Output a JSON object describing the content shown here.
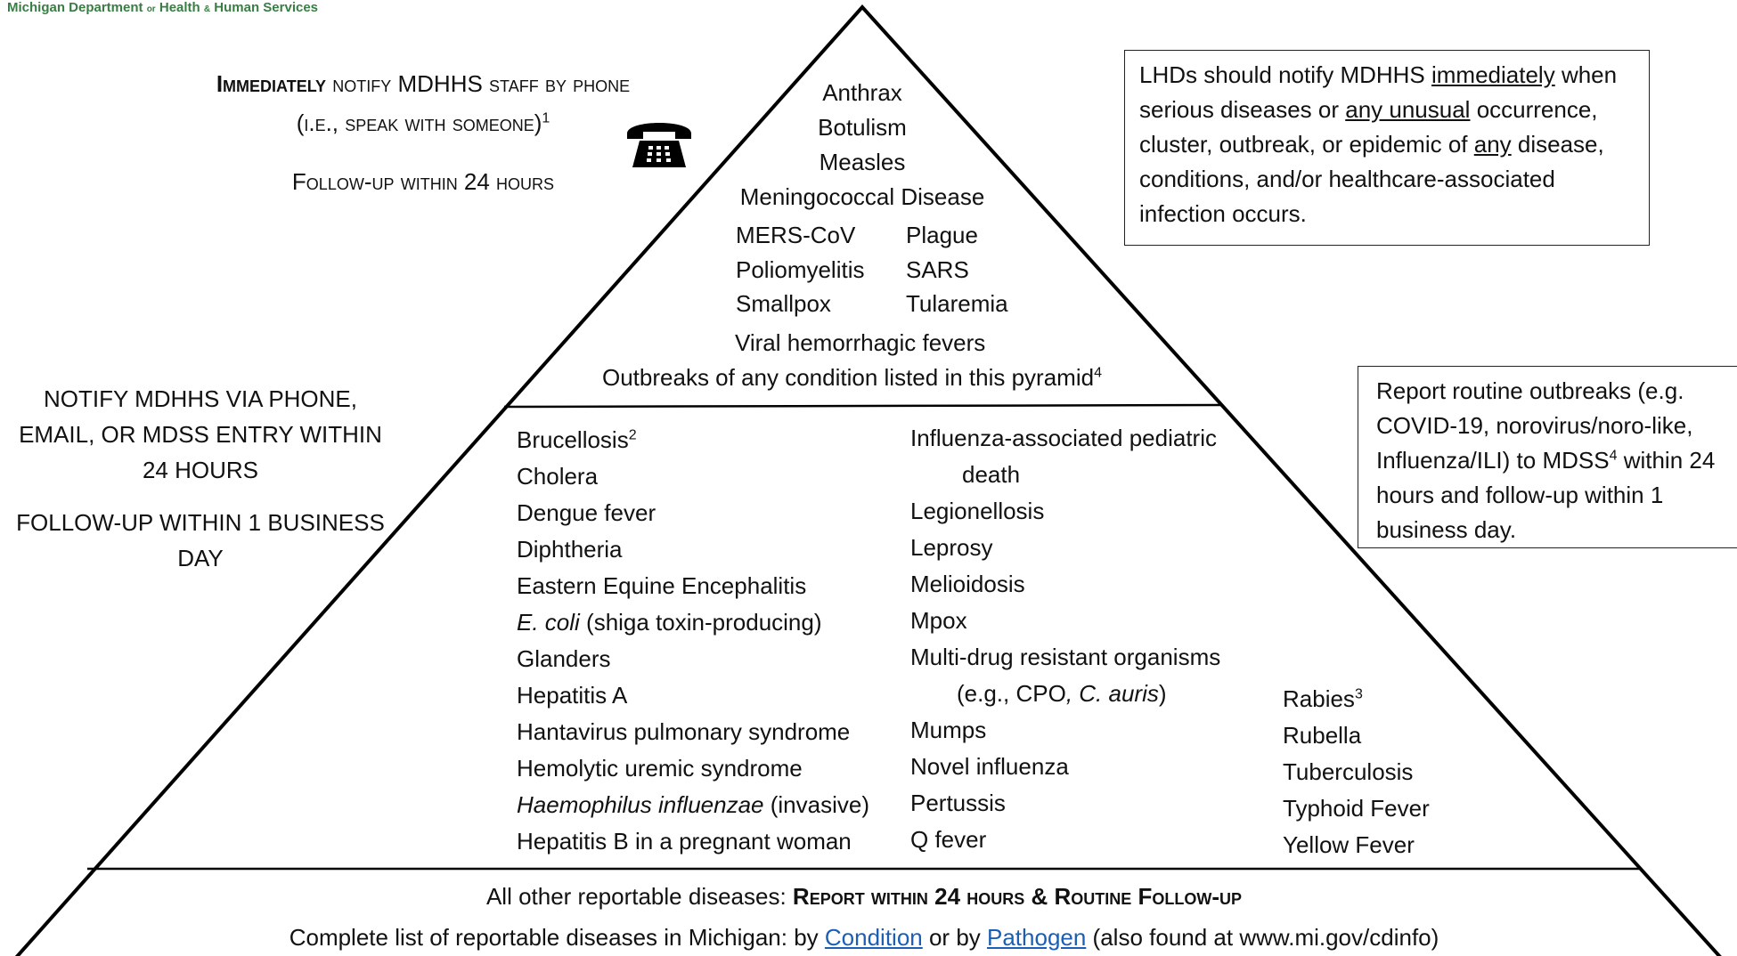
{
  "logo": {
    "part1": "Michigan Department",
    "part2": "or",
    "part3": "Health",
    "part4": "&",
    "part5": "Human Services"
  },
  "tier1": {
    "notify_bold": "Immediately",
    "notify_rest": "notify MDHHS staff by phone",
    "notify_paren": "(i.e., speak with someone)",
    "notify_sup": "1",
    "followup": "Follow-up within 24 hours",
    "phone_icon": "telephone-icon",
    "diseases_center": [
      "Anthrax",
      "Botulism",
      "Measles",
      "Meningococcal Disease"
    ],
    "diseases_col1": [
      "MERS-CoV",
      "Poliomyelitis",
      "Smallpox"
    ],
    "diseases_col2": [
      "Plague",
      "SARS",
      "Tularemia"
    ],
    "vhf": "Viral hemorrhagic fevers",
    "outbreaks": "Outbreaks of any condition listed in this pyramid",
    "outbreaks_sup": "4"
  },
  "lhd_box": {
    "t1": "LHDs should notify MDHHS ",
    "u1": "immediately",
    "t2": " when serious diseases or ",
    "u2": "any unusual",
    "t3": " occurrence, cluster, outbreak, or epidemic of ",
    "u3": "any",
    "t4": " disease, conditions, and/or healthcare-associated infection occurs."
  },
  "tier2": {
    "notify_l1": "NOTIFY MDHHS VIA PHONE,",
    "notify_l2": "EMAIL, OR MDSS ENTRY WITHIN",
    "notify_l3": "24 HOURS",
    "followup_l1": "FOLLOW-UP WITHIN 1 BUSINESS",
    "followup_l2": "DAY",
    "col1": {
      "brucellosis": "Brucellosis",
      "brucellosis_sup": "2",
      "cholera": "Cholera",
      "dengue": "Dengue fever",
      "diphtheria": "Diphtheria",
      "eee": "Eastern Equine Encephalitis",
      "ecoli_it": "E. coli",
      "ecoli_rest": " (shiga toxin-producing)",
      "glanders": "Glanders",
      "hepa": "Hepatitis A",
      "hanta": "Hantavirus pulmonary syndrome",
      "hus": "Hemolytic uremic syndrome",
      "hib_it": "Haemophilus influenzae",
      "hib_rest": " (invasive)",
      "hepb": "Hepatitis B in a pregnant woman"
    },
    "col2": {
      "flu_ped1": "Influenza-associated pediatric",
      "flu_ped2": "death",
      "legion": "Legionellosis",
      "leprosy": "Leprosy",
      "melio": "Melioidosis",
      "mpox": "Mpox",
      "mdro1": "Multi-drug resistant organisms",
      "mdro2_a": "(e.g., CPO",
      "mdro2_it": ", C. auris",
      "mdro2_b": ")",
      "mumps": "Mumps",
      "novel_flu": "Novel influenza",
      "pertussis": "Pertussis",
      "qfever": "Q fever"
    },
    "col3": {
      "rabies": "Rabies",
      "rabies_sup": "3",
      "rubella": "Rubella",
      "tb": "Tuberculosis",
      "typhoid": "Typhoid Fever",
      "yellow": "Yellow Fever"
    }
  },
  "routine_box": {
    "t1": "Report routine outbreaks (e.g. COVID-19, norovirus/noro-like, Influenza/ILI) to MDSS",
    "sup": "4",
    "t2": " within 24 hours and follow-up within 1 business day."
  },
  "tier3": {
    "line1_plain": "All other reportable diseases: ",
    "line1_bold": "Report within 24 hours & Routine Follow-up",
    "line2_a": "Complete list of reportable diseases in Michigan: by ",
    "link_condition": "Condition",
    "line2_b": " or by ",
    "link_pathogen": "Pathogen",
    "line2_c": " (also found at www.mi.gov/cdinfo)"
  }
}
